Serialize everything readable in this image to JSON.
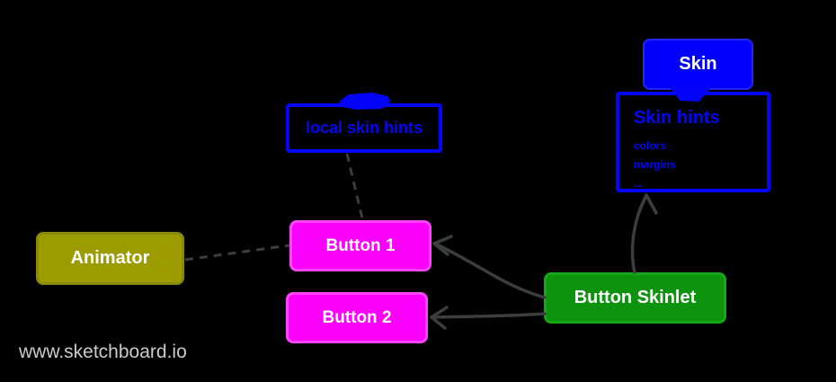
{
  "watermark": "www.sketchboard.io",
  "colors": {
    "background": "#000000",
    "blue": "#0303f8",
    "magenta": "#fb00fb",
    "olive": "#9c9c00",
    "green": "#0e930e",
    "edge": "#3d3d3d",
    "watermark_text": "#cbcbcb",
    "node_text_light": "#ffffff"
  },
  "nodes": {
    "skin": {
      "label": "Skin"
    },
    "skin_hints": {
      "title": "Skin hints",
      "lines": [
        "colors",
        "margins",
        "..."
      ]
    },
    "local_skin_hints": {
      "label": "local skin hints"
    },
    "animator": {
      "label": "Animator"
    },
    "button1": {
      "label": "Button 1"
    },
    "button2": {
      "label": "Button 2"
    },
    "button_skinlet": {
      "label": "Button Skinlet"
    }
  },
  "edges": [
    {
      "from": "animator",
      "to": "button1",
      "style": "dashed",
      "arrow": "none"
    },
    {
      "from": "local_skin_hints",
      "to": "button1",
      "style": "dashed",
      "arrow": "none"
    },
    {
      "from": "button_skinlet",
      "to": "button1",
      "style": "solid-curve",
      "arrow": "open-v"
    },
    {
      "from": "button_skinlet",
      "to": "button2",
      "style": "solid-curve",
      "arrow": "open-v"
    },
    {
      "from": "button_skinlet",
      "to": "skin_hints",
      "style": "solid-curve",
      "arrow": "open-v"
    },
    {
      "from": "skin",
      "to": "skin_hints",
      "style": "attached-tab",
      "arrow": "none"
    }
  ]
}
